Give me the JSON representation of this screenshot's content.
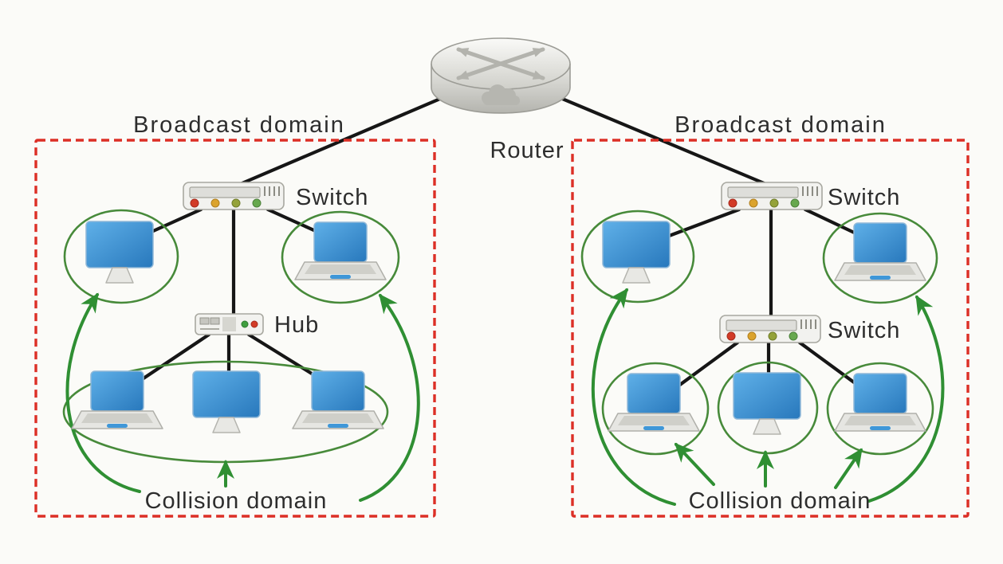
{
  "diagram": {
    "router_label": "Router",
    "left_domain": {
      "title": "Broadcast domain",
      "switch_label": "Switch",
      "hub_label": "Hub",
      "collision_label": "Collision domain"
    },
    "right_domain": {
      "title": "Broadcast domain",
      "top_switch_label": "Switch",
      "middle_switch_label": "Switch",
      "collision_label": "Collision domain"
    },
    "colors": {
      "broadcast_border": "#dc2f26",
      "collision_ring": "#478a3a",
      "arrow_green": "#2f8f33",
      "link_line": "#161616",
      "label_text": "#2d2d2d",
      "screen_blue": "#3b93d4",
      "led_red": "#d23b27",
      "led_amber": "#dba32d",
      "led_olive": "#94a239",
      "led_green": "#67a84e"
    },
    "icons": {
      "router": "router-icon",
      "switch": "switch-icon",
      "hub": "hub-icon",
      "desktop": "desktop-computer-icon",
      "laptop": "laptop-computer-icon",
      "collision_ring": "collision-ring",
      "arrow": "collision-arrow-icon"
    }
  }
}
